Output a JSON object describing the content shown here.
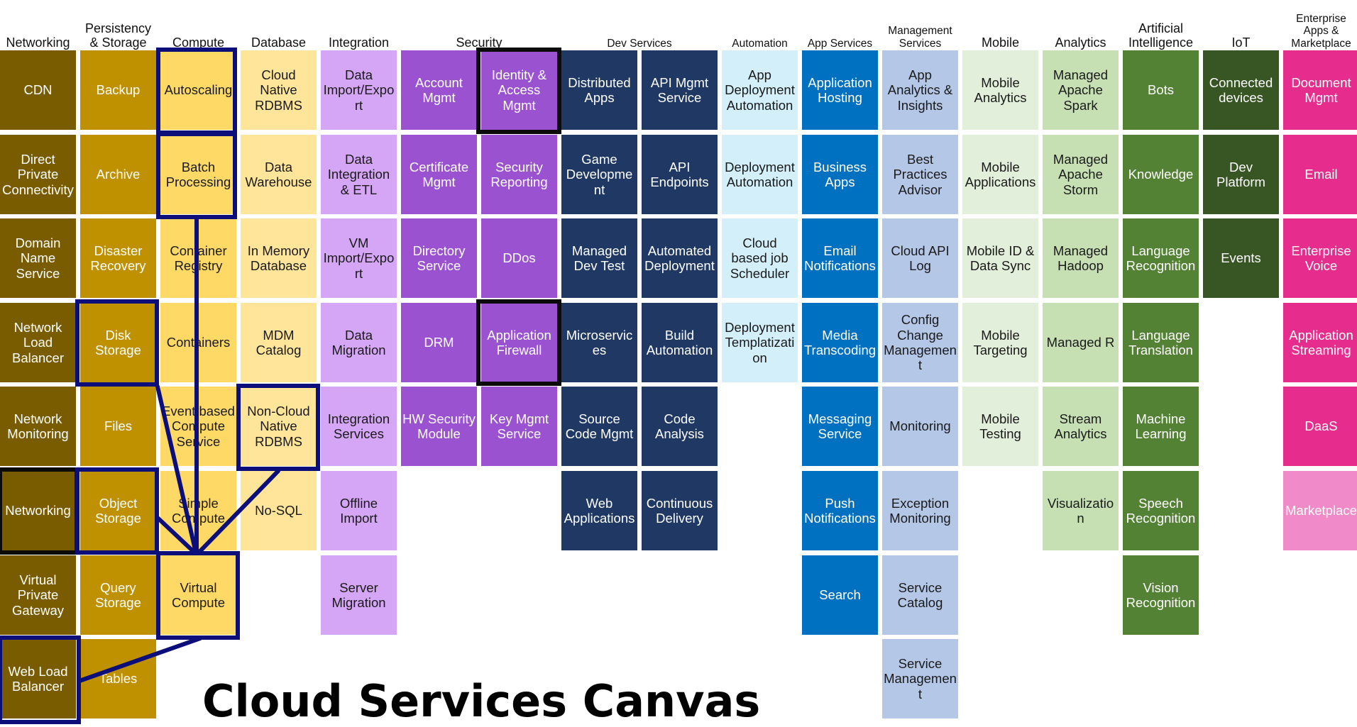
{
  "title": "Cloud Services Canvas",
  "colors": {
    "networking": "#7a5c00",
    "persistency": "#bf9000",
    "compute": "#ffd966",
    "database": "#ffe599",
    "integration": "#d5a6f6",
    "security": "#9b52d0",
    "devservices": "#1f3864",
    "automation": "#d2effa",
    "appservices": "#0070c0",
    "management": "#b4c7e7",
    "mobile": "#e2efda",
    "analytics": "#c6e0b4",
    "ai": "#548235",
    "iot": "#375623",
    "enterprise": "#e62d8e",
    "marketplace": "#f08ac8",
    "highlight_black": "#0b0b0b",
    "highlight_navy": "#0c0f7a"
  },
  "columns": [
    {
      "key": "networking",
      "header": "Networking",
      "tiles": [
        "CDN",
        "Direct Private Connectivity",
        "Domain Name Service",
        "Network Load Balancer",
        "Network Monitoring",
        "Networking",
        "Virtual Private Gateway",
        "Web Load Balancer"
      ]
    },
    {
      "key": "persistency",
      "header": "Persistency\n& Storage",
      "tiles": [
        "Backup",
        "Archive",
        "Disaster Recovery",
        "Disk Storage",
        "Files",
        "Object Storage",
        "Query Storage",
        "Tables"
      ]
    },
    {
      "key": "compute",
      "header": "Compute",
      "tiles": [
        "Autoscaling",
        "Batch Processing",
        "Container Registry",
        "Containers",
        "Event based Compute Service",
        "Simple Compute",
        "Virtual Compute"
      ]
    },
    {
      "key": "database",
      "header": "Database",
      "tiles": [
        "Cloud Native RDBMS",
        "Data Warehouse",
        "In Memory Database",
        "MDM Catalog",
        "Non-Cloud Native RDBMS",
        "No-SQL"
      ]
    },
    {
      "key": "integration",
      "header": "Integration",
      "tiles": [
        "Data Import/Export",
        "Data Integration & ETL",
        "VM Import/Export",
        "Data Migration",
        "Integration Services",
        "Offline Import",
        "Server Migration"
      ]
    },
    {
      "key": "security",
      "header": "Security",
      "tiles": [
        "Account Mgmt",
        "Certificate Mgmt",
        "Directory Service",
        "DRM",
        "HW Security Module"
      ]
    },
    {
      "key": "security",
      "header": "",
      "tiles": [
        "Identity & Access Mgmt",
        "Security Reporting",
        "DDos",
        "Application Firewall",
        "Key Mgmt Service"
      ]
    },
    {
      "key": "devservices",
      "header": "Dev Services",
      "tiles": [
        "Distributed Apps",
        "Game Development",
        "Managed Dev Test",
        "Microservices",
        "Source Code Mgmt",
        "Web Applications"
      ]
    },
    {
      "key": "devservices",
      "header": "",
      "tiles": [
        "API Mgmt Service",
        "API Endpoints",
        "Automated Deployment",
        "Build Automation",
        "Code Analysis",
        "Continuous Delivery"
      ]
    },
    {
      "key": "automation",
      "header": "Automation",
      "tiles": [
        "App Deployment Automation",
        "Deployment Automation",
        "Cloud based job Scheduler",
        "Deployment Templatization"
      ]
    },
    {
      "key": "appservices",
      "header": "App Services",
      "tiles": [
        "Application Hosting",
        "Business Apps",
        "Email Notifications",
        "Media Transcoding",
        "Messaging Service",
        "Push Notifications",
        "Search"
      ]
    },
    {
      "key": "management",
      "header": "Management\nServices",
      "tiles": [
        "App Analytics & Insights",
        "Best Practices Advisor",
        "Cloud API Log",
        "Config Change Management",
        "Monitoring",
        "Exception Monitoring",
        "Service Catalog",
        "Service Management"
      ]
    },
    {
      "key": "mobile",
      "header": "Mobile",
      "tiles": [
        "Mobile Analytics",
        "Mobile Applications",
        "Mobile ID & Data Sync",
        "Mobile Targeting",
        "Mobile Testing"
      ]
    },
    {
      "key": "analytics",
      "header": "Analytics",
      "tiles": [
        "Managed Apache Spark",
        "Managed Apache Storm",
        "Managed Hadoop",
        "Managed R",
        "Stream Analytics",
        "Visualization"
      ]
    },
    {
      "key": "ai",
      "header": "Artificial\nIntelligence",
      "tiles": [
        "Bots",
        "Knowledge",
        "Language Recognition",
        "Language Translation",
        "Machine Learning",
        "Speech Recognition",
        "Vision Recognition"
      ]
    },
    {
      "key": "iot",
      "header": "IoT",
      "tiles": [
        "Connected devices",
        "Dev Platform",
        "Events"
      ]
    },
    {
      "key": "enterprise",
      "header": "Enterprise\nApps &\nMarketplace",
      "tiles": [
        "Document Mgmt",
        "Email",
        "Enterprise Voice",
        "Application Streaming",
        "DaaS",
        "Marketplace"
      ]
    }
  ]
}
